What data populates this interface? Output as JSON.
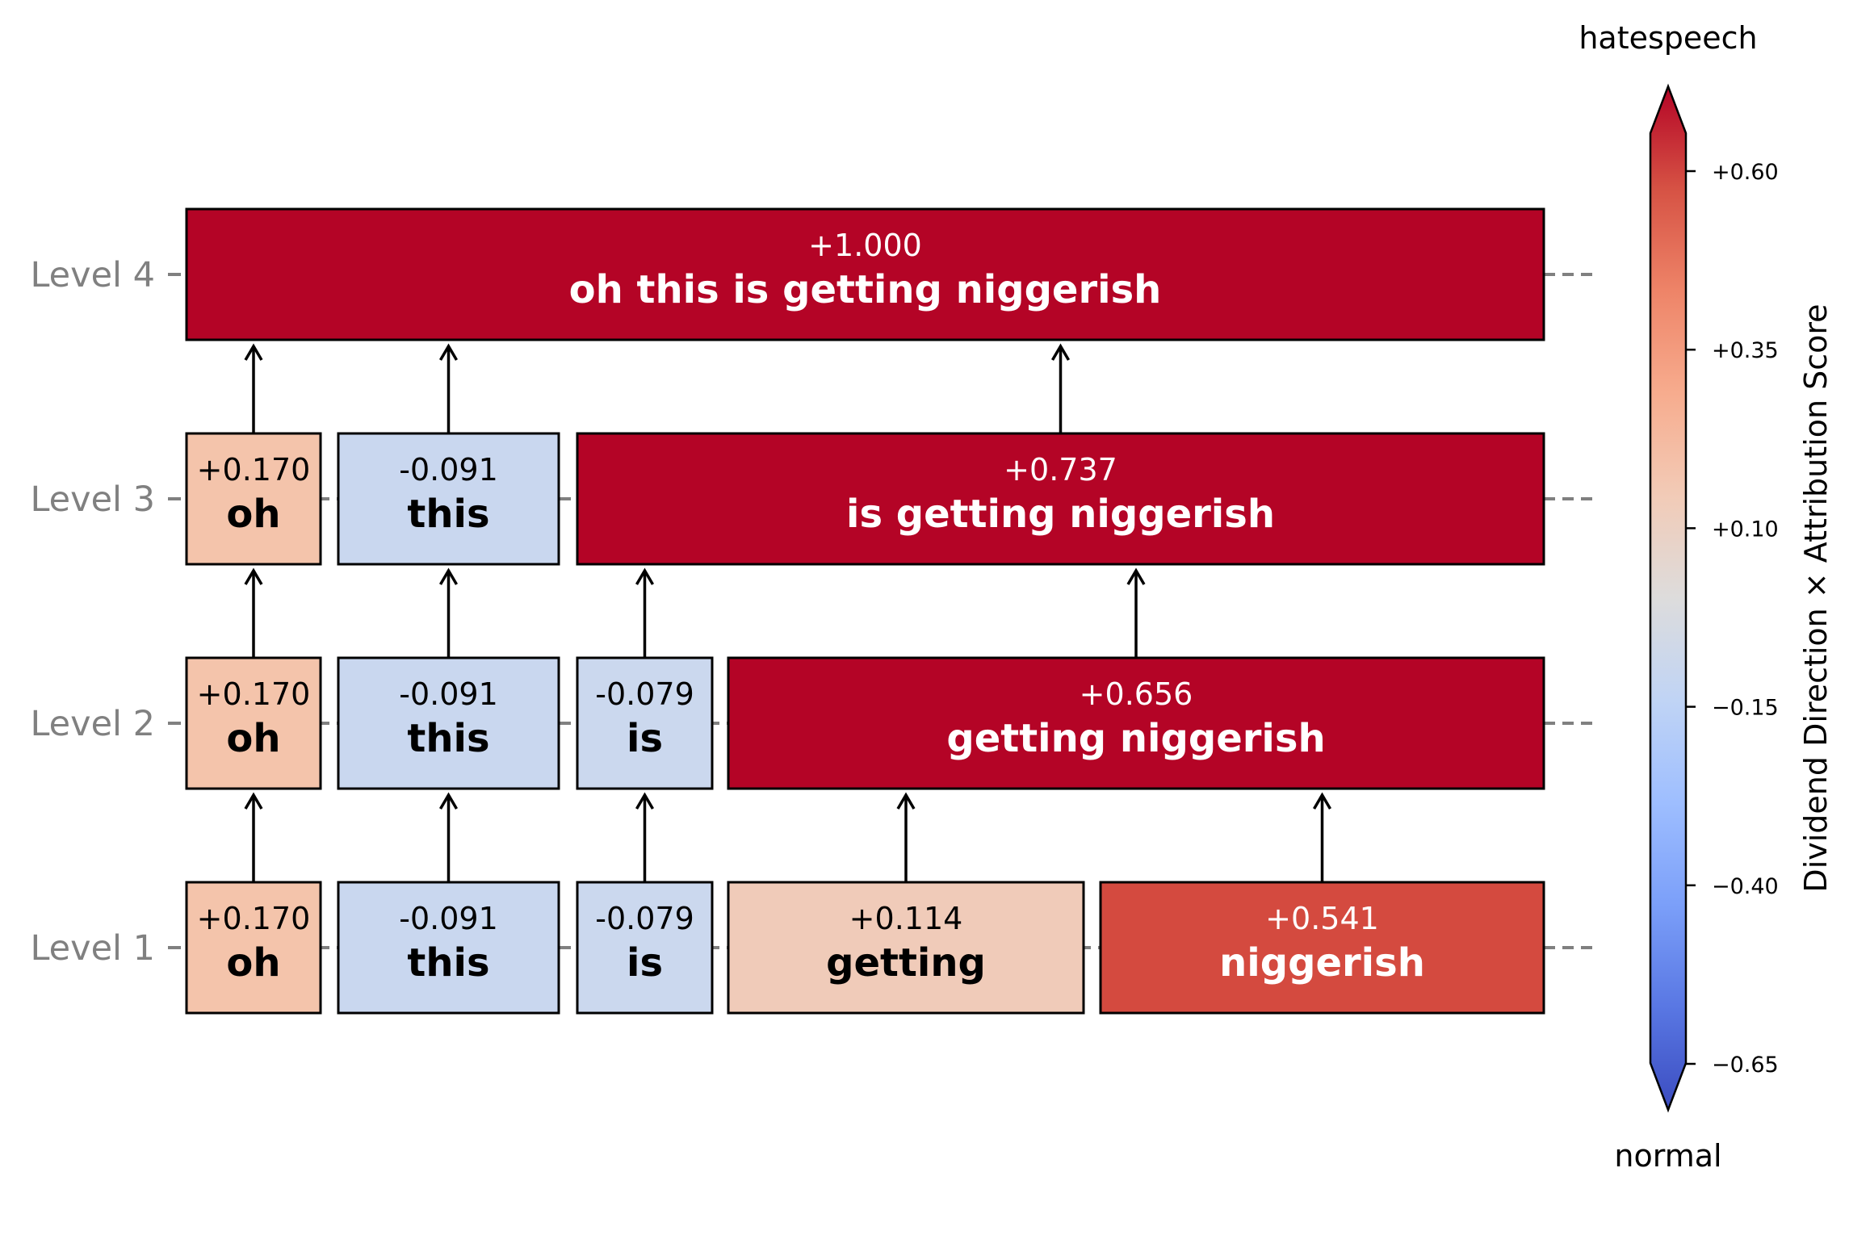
{
  "levels": [
    {
      "label": "Level 1",
      "nodes": [
        {
          "score": "+0.170",
          "text": "oh",
          "color": "#f4c4ab",
          "text_color": "#000000"
        },
        {
          "score": "-0.091",
          "text": "this",
          "color": "#c9d7ef",
          "text_color": "#000000"
        },
        {
          "score": "-0.079",
          "text": "is",
          "color": "#cbd8ee",
          "text_color": "#000000"
        },
        {
          "score": "+0.114",
          "text": "getting",
          "color": "#f0cbb9",
          "text_color": "#000000"
        },
        {
          "score": "+0.541",
          "text": "niggerish",
          "color": "#d44a3f",
          "text_color": "#ffffff"
        }
      ]
    },
    {
      "label": "Level 2",
      "nodes": [
        {
          "score": "+0.170",
          "text": "oh",
          "color": "#f4c4ab",
          "text_color": "#000000"
        },
        {
          "score": "-0.091",
          "text": "this",
          "color": "#c9d7ef",
          "text_color": "#000000"
        },
        {
          "score": "-0.079",
          "text": "is",
          "color": "#cbd8ee",
          "text_color": "#000000"
        },
        {
          "score": "+0.656",
          "text": "getting niggerish",
          "color": "#b40426",
          "text_color": "#ffffff"
        }
      ]
    },
    {
      "label": "Level 3",
      "nodes": [
        {
          "score": "+0.170",
          "text": "oh",
          "color": "#f4c4ab",
          "text_color": "#000000"
        },
        {
          "score": "-0.091",
          "text": "this",
          "color": "#c9d7ef",
          "text_color": "#000000"
        },
        {
          "score": "+0.737",
          "text": "is getting niggerish",
          "color": "#b40426",
          "text_color": "#ffffff"
        }
      ]
    },
    {
      "label": "Level 4",
      "nodes": [
        {
          "score": "+1.000",
          "text": "oh this is getting niggerish",
          "color": "#b40426",
          "text_color": "#ffffff"
        }
      ]
    }
  ],
  "colorbar": {
    "top_label": "hatespeech",
    "bottom_label": "normal",
    "axis_label": "Dividend Direction × Attribution Score",
    "ticks": [
      "+0.60",
      "+0.35",
      "+0.10",
      "−0.15",
      "−0.40",
      "−0.65"
    ],
    "tick_values": [
      0.6,
      0.35,
      0.1,
      -0.15,
      -0.4,
      -0.65
    ],
    "range": [
      -0.65,
      0.6
    ],
    "colors": [
      "#3b4cc0",
      "#5977e3",
      "#7b9ff9",
      "#9ebeff",
      "#c0d4f5",
      "#dddcdc",
      "#f2cbb7",
      "#f7ac8e",
      "#ee8468",
      "#d65244",
      "#b40426"
    ]
  }
}
